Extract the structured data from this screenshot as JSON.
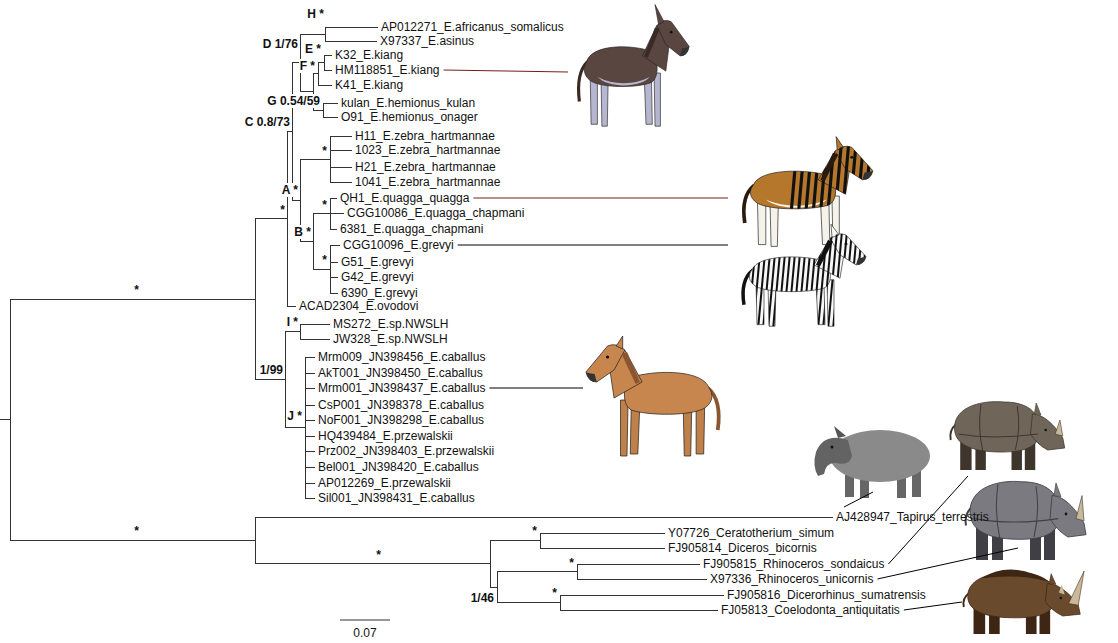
{
  "diagram": {
    "labels": [
      "H *",
      "AP012271_E.africanus_somalicus",
      "X97337_E.asinus",
      "D 1/76",
      "E *",
      "K32_E.kiang",
      "F *",
      "HM118851_E.kiang",
      "K41_E.kiang",
      "G 0.54/59",
      "kulan_E.hemionus_kulan",
      "C 0.8/73",
      "O91_E.hemionus_onager",
      "*",
      "H11_E.zebra_hartmannae",
      "1023_E.zebra_hartmannae",
      "H21_E.zebra_hartmannae",
      "1041_E.zebra_hartmannae",
      "A *",
      "QH1_E.quagga_quagga",
      "*",
      "*",
      "CGG10086_E.quagga_chapmani",
      "B *",
      "6381_E.quagga_chapmani",
      "*",
      "CGG10096_E.grevyi",
      "G51_E.grevyi",
      "G42_E.grevyi",
      "*",
      "6390_E.grevyi",
      "ACAD2304_E.ovodovi",
      "I *",
      "MS272_E.sp.NWSLH",
      "JW328_E.sp.NWSLH",
      "Mrm009_JN398456_E.caballus",
      "1/99",
      "AkT001_JN398450_E.caballus",
      "Mrm001_JN398437_E.caballus",
      "CsP001_JN398378_E.caballus",
      "J *",
      "NoF001_JN398298_E.caballus",
      "HQ439484_E.przewalskii",
      "Prz002_JN398403_E.przewalskii",
      "Bel001_JN398420_E.caballus",
      "AP012269_E.przewalskii",
      "Sil001_JN398431_E.caballus",
      "AJ428947_Tapirus_terrestris",
      "*",
      "*",
      "Y07726_Ceratotherium_simum",
      "*",
      "FJ905814_Diceros_bicornis",
      "*",
      "FJ905815_Rhinoceros_sondaicus",
      "X97336_Rhinoceros_unicornis",
      "*",
      "FJ905816_Dicerorhinus_sumatrensis",
      "1/46",
      "FJ05813_Coelodonta_antiquitatis",
      "0.07"
    ]
  }
}
